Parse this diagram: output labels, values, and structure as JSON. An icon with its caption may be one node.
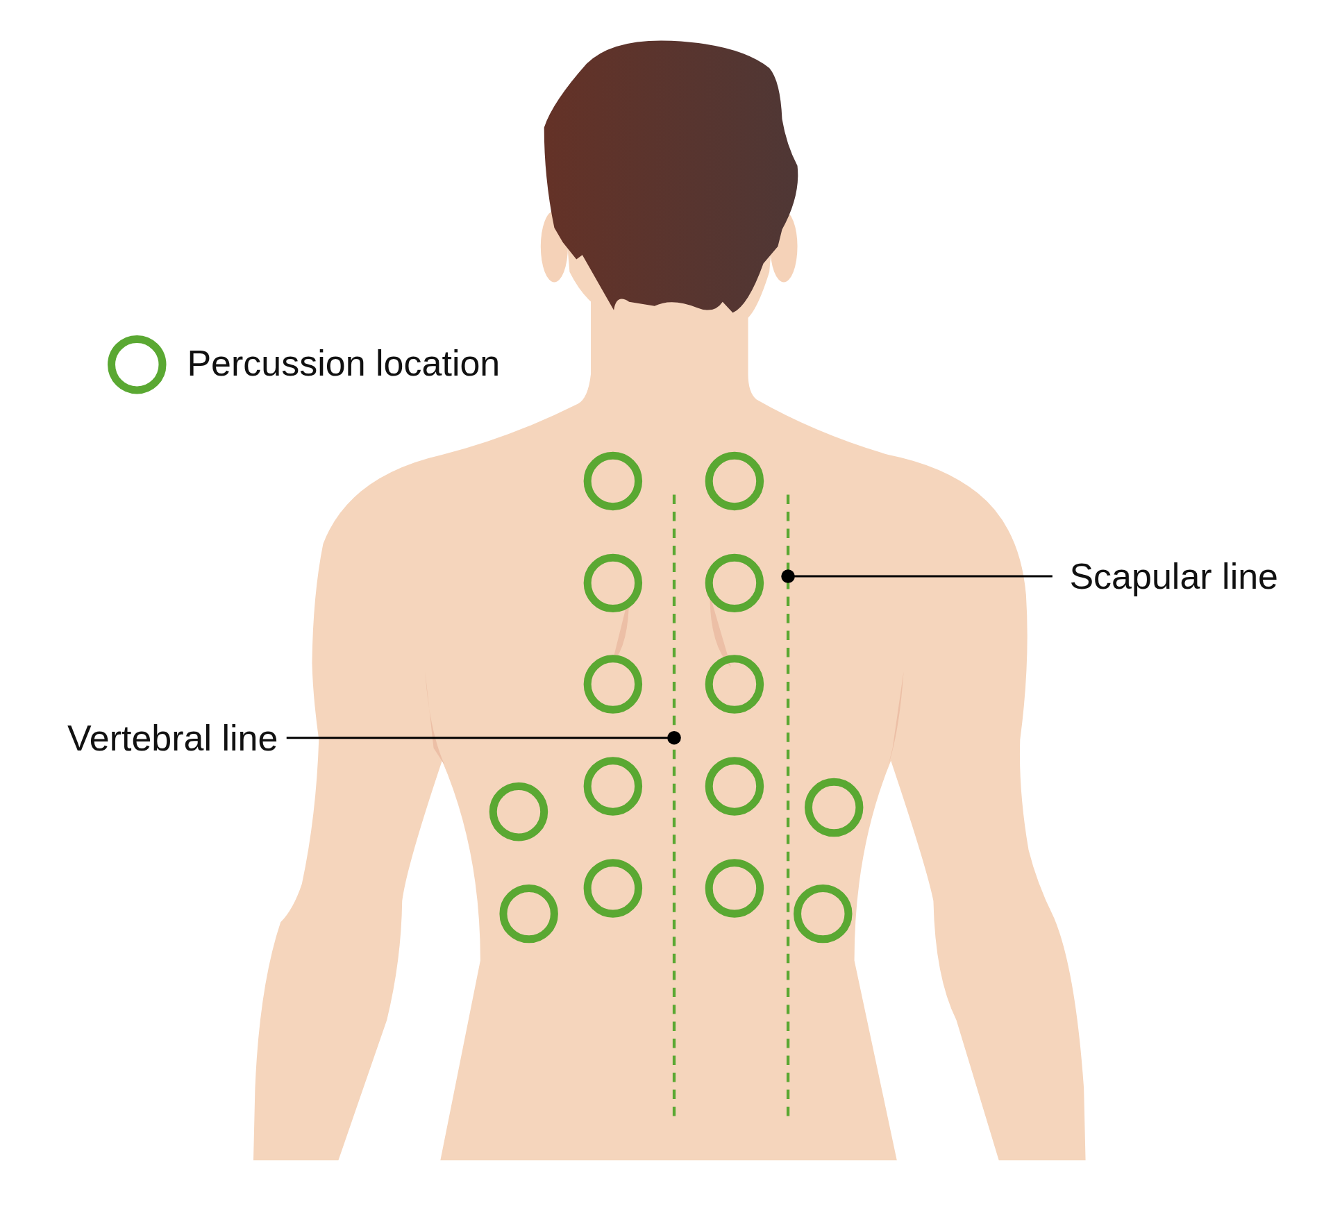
{
  "diagram": {
    "nodes": [
      {
        "text": [
          "Vertebral line"
        ]
      },
      {
        "text": [
          "Scapular line"
        ]
      },
      {
        "text": [],
        "shape": "line"
      },
      {
        "text": [],
        "shape": "line"
      }
    ],
    "edges": [
      {
        "from": 0,
        "to": 2,
        "arrow": "other"
      },
      {
        "from": 1,
        "to": 3,
        "arrow": "other"
      }
    ],
    "legend": [
      {
        "text": "Percussion location"
      }
    ]
  }
}
